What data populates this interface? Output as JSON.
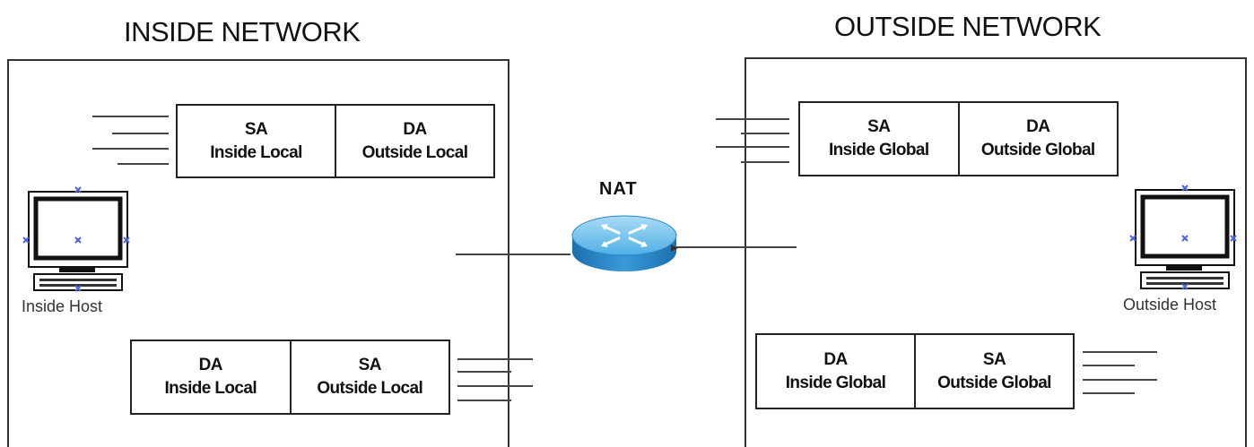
{
  "inside": {
    "title": "INSIDE NETWORK",
    "host_label": "Inside Host",
    "outgoing_packet": [
      {
        "field": "SA",
        "value": "Inside Local"
      },
      {
        "field": "DA",
        "value": "Outside Local"
      }
    ],
    "incoming_packet": [
      {
        "field": "DA",
        "value": "Inside Local"
      },
      {
        "field": "SA",
        "value": "Outside Local"
      }
    ]
  },
  "outside": {
    "title": "OUTSIDE NETWORK",
    "host_label": "Outside Host",
    "outgoing_packet": [
      {
        "field": "SA",
        "value": "Inside Global"
      },
      {
        "field": "DA",
        "value": "Outside Global"
      }
    ],
    "incoming_packet": [
      {
        "field": "DA",
        "value": "Inside Global"
      },
      {
        "field": "SA",
        "value": "Outside Global"
      }
    ]
  },
  "router": {
    "label": "NAT",
    "icon": "router-icon",
    "color": "#2f9bd6"
  },
  "colors": {
    "frame": "#333333",
    "marker": "#4a63e0",
    "router_top": "#7fc7ef",
    "router_side": "#2b88c8"
  }
}
